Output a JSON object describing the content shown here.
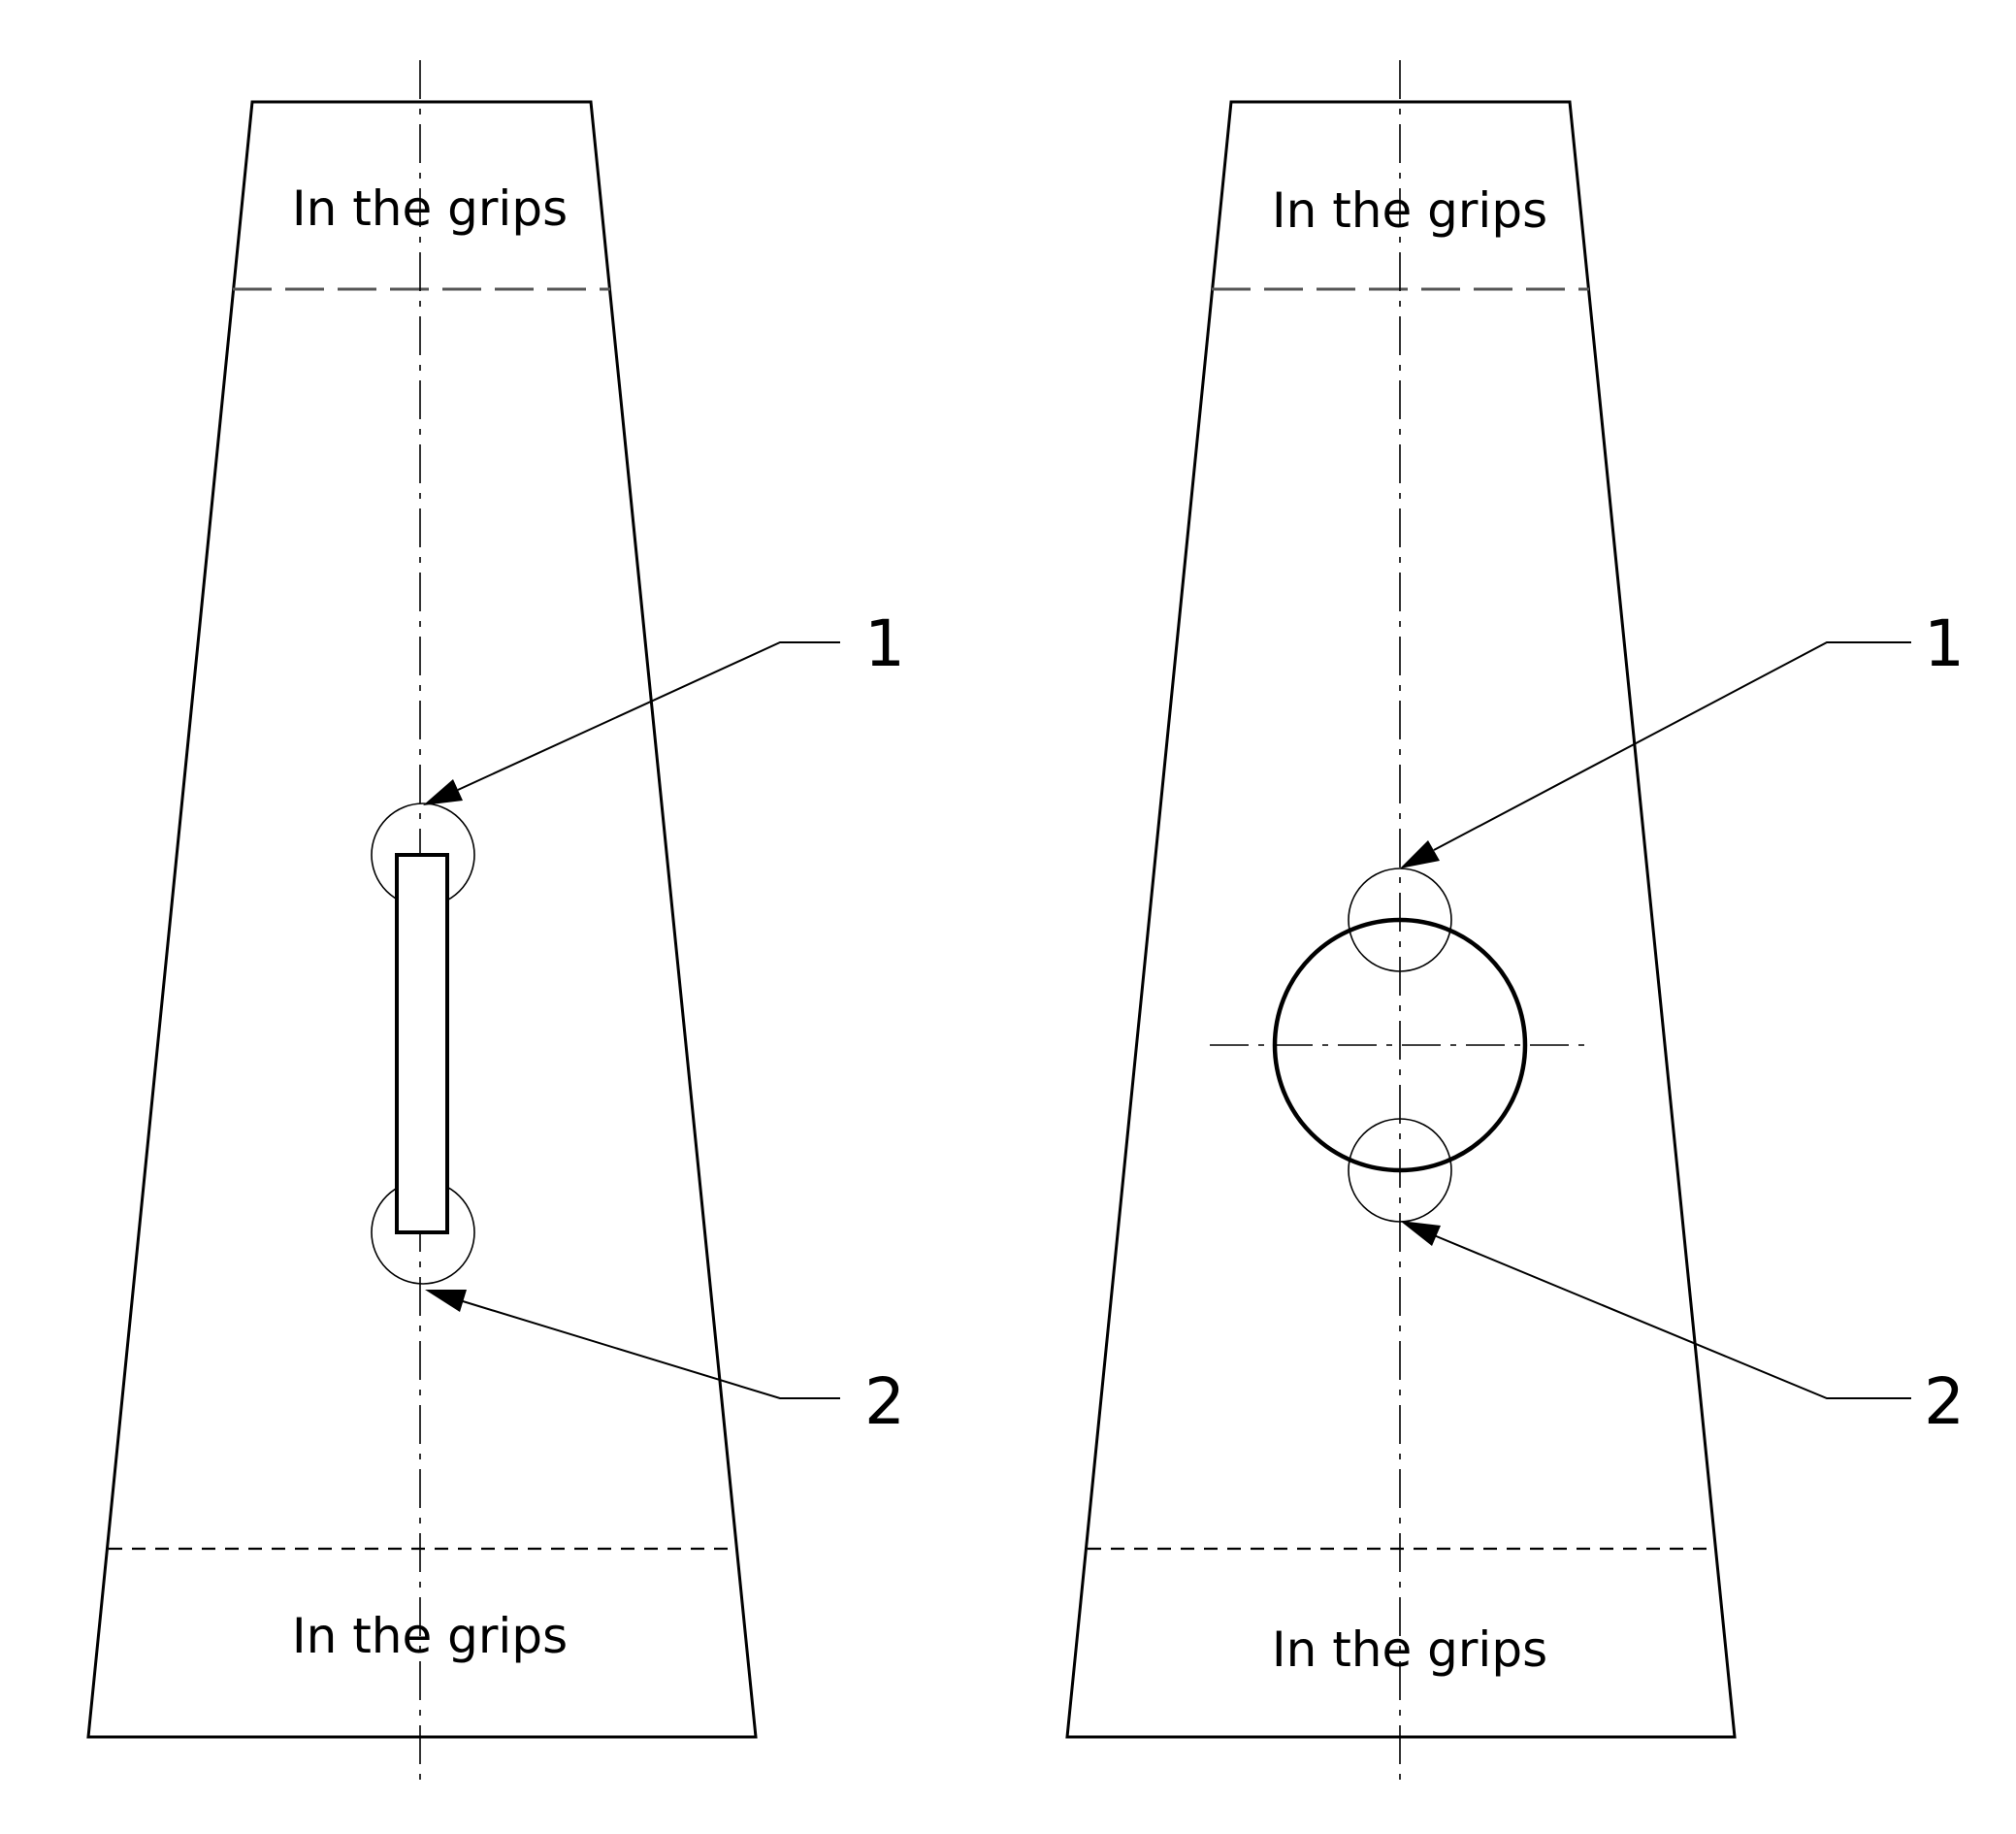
{
  "specimens": [
    {
      "name": "notched-specimen",
      "feature": "slot",
      "top_label": "In the grips",
      "bottom_label": "In the grips",
      "callouts": [
        {
          "label": "1"
        },
        {
          "label": "2"
        }
      ]
    },
    {
      "name": "holed-specimen",
      "feature": "circular-hole",
      "top_label": "In the grips",
      "bottom_label": "In the grips",
      "callouts": [
        {
          "label": "1"
        },
        {
          "label": "2"
        }
      ]
    }
  ]
}
